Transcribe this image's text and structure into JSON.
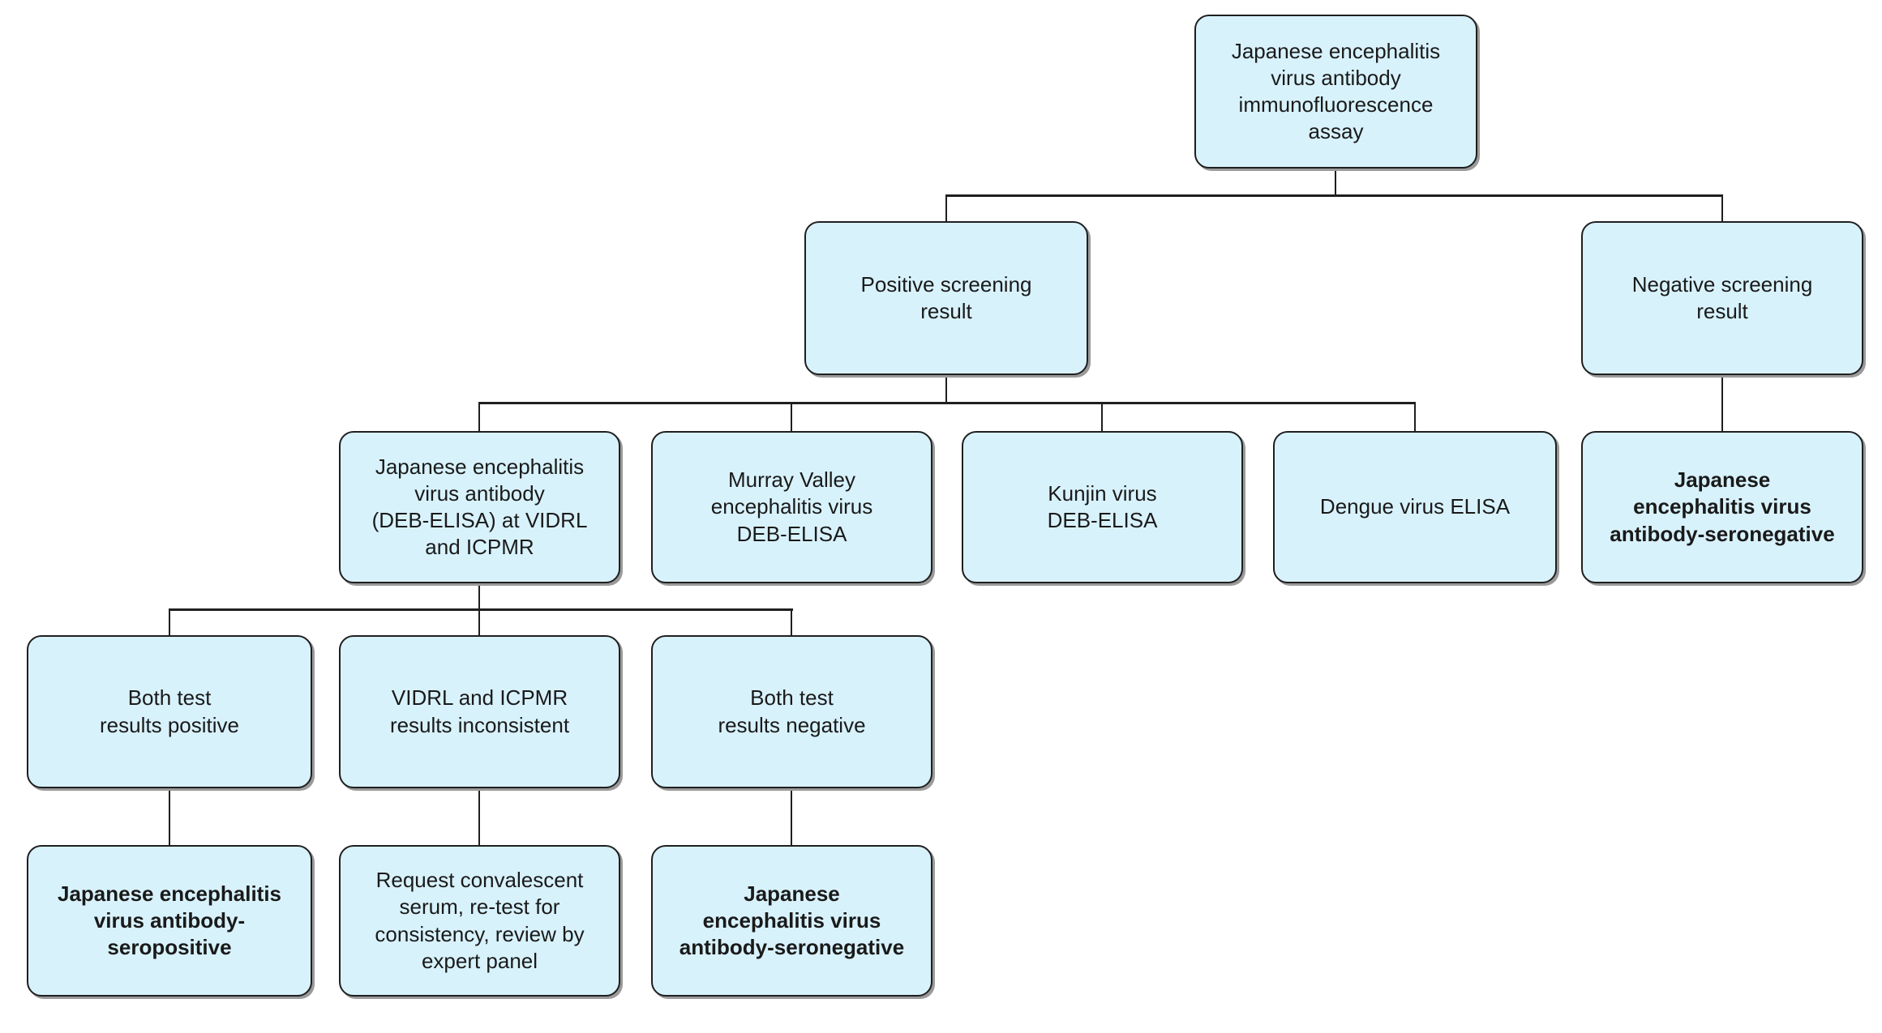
{
  "diagram": {
    "type": "flowchart",
    "colors": {
      "node_fill": "#d8f2fc",
      "node_border": "#1f1f1f",
      "node_shadow": "#9a9a9a",
      "line": "#1f1f1f",
      "text": "#1a1a1a",
      "background": "#ffffff"
    },
    "nodes": {
      "root": {
        "label": "Japanese encephalitis\nvirus antibody\nimmunofluorescence\nassay",
        "bold": false
      },
      "positive": {
        "label": "Positive screening\nresult",
        "bold": false
      },
      "negative": {
        "label": "Negative screening\nresult",
        "bold": false
      },
      "jedeb": {
        "label": "Japanese encephalitis\nvirus antibody\n(DEB-ELISA) at VIDRL\nand ICPMR",
        "bold": false
      },
      "murray": {
        "label": "Murray Valley\nencephalitis virus\nDEB-ELISA",
        "bold": false
      },
      "kunjin": {
        "label": "Kunjin virus\nDEB-ELISA",
        "bold": false
      },
      "dengue": {
        "label": "Dengue virus ELISA",
        "bold": false
      },
      "seroneg_right": {
        "label": "Japanese\nencephalitis virus\nantibody-seronegative",
        "bold": true
      },
      "both_positive": {
        "label": "Both test\nresults positive",
        "bold": false
      },
      "inconsistent": {
        "label": "VIDRL and ICPMR\nresults inconsistent",
        "bold": false
      },
      "both_negative": {
        "label": "Both test\nresults negative",
        "bold": false
      },
      "seropositive": {
        "label": "Japanese encephalitis\nvirus antibody-\nseropositive",
        "bold": true
      },
      "request": {
        "label": "Request convalescent\nserum, re-test for\nconsistency, review by\nexpert panel",
        "bold": false
      },
      "seroneg_bottom": {
        "label": "Japanese\nencephalitis virus\nantibody-seronegative",
        "bold": true
      }
    },
    "edges": [
      {
        "from": "root",
        "to": "positive"
      },
      {
        "from": "root",
        "to": "negative"
      },
      {
        "from": "positive",
        "to": "jedeb"
      },
      {
        "from": "positive",
        "to": "murray"
      },
      {
        "from": "positive",
        "to": "kunjin"
      },
      {
        "from": "positive",
        "to": "dengue"
      },
      {
        "from": "negative",
        "to": "seroneg_right"
      },
      {
        "from": "jedeb",
        "to": "both_positive"
      },
      {
        "from": "jedeb",
        "to": "inconsistent"
      },
      {
        "from": "jedeb",
        "to": "both_negative"
      },
      {
        "from": "both_positive",
        "to": "seropositive"
      },
      {
        "from": "inconsistent",
        "to": "request"
      },
      {
        "from": "both_negative",
        "to": "seroneg_bottom"
      }
    ]
  }
}
